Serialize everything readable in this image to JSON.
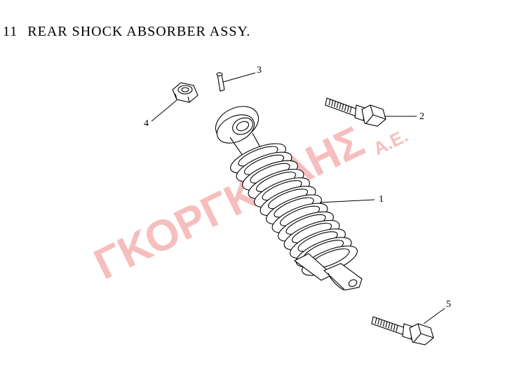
{
  "title": {
    "number": "11",
    "text": "REAR SHOCK ABSORBER ASSY."
  },
  "watermark": {
    "main": "ΓΚΟΡΓΚΟΛΗΣ",
    "suffix": "Α.Ε.",
    "color": "#f4a9a9"
  },
  "callouts": [
    "1",
    "2",
    "3",
    "4",
    "5"
  ]
}
